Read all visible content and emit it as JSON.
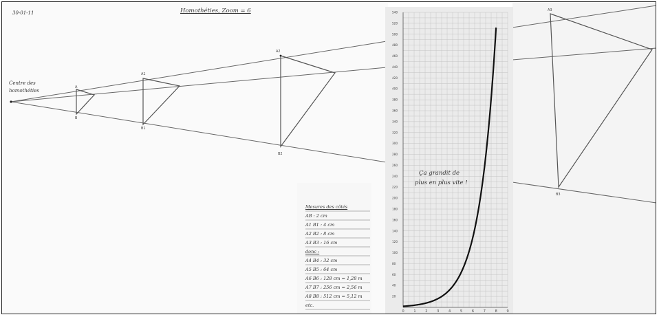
{
  "header": {
    "date": "30-01-11",
    "title": "Homothéties, Zoom = 6"
  },
  "centre_label": [
    "Centre des",
    "homothéties"
  ],
  "point_labels": {
    "a": "A",
    "b": "B",
    "a1": "A1",
    "b1": "B1",
    "a2": "A2",
    "b2": "B2",
    "a3": "A3",
    "b3": "B3"
  },
  "measures": {
    "heading": "Mesures des côtés",
    "rows": [
      "AB : 2 cm",
      "A1 B1 : 4 cm",
      "A2 B2 : 8 cm",
      "A3 B3 : 16 cm",
      "donc :",
      "A4 B4 : 32 cm",
      "A5 B5 : 64 cm",
      "A6 B6 : 128 cm = 1,28 m",
      "A7 B7 : 256 cm = 2,56 m",
      "A8 B8 : 512 cm = 5,12 m",
      "etc."
    ]
  },
  "graph": {
    "note": [
      "Ça grandit de",
      "plus en plus vite !"
    ],
    "x_ticks": [
      "0",
      "1",
      "2",
      "3",
      "4",
      "5",
      "6",
      "7",
      "8",
      "9"
    ],
    "y_ticks": [
      "20",
      "40",
      "60",
      "80",
      "100",
      "120",
      "140",
      "160",
      "180",
      "200",
      "220",
      "240",
      "260",
      "280",
      "300",
      "320",
      "340",
      "360",
      "380",
      "400",
      "420",
      "440",
      "460",
      "480",
      "500",
      "520",
      "540"
    ]
  }
}
